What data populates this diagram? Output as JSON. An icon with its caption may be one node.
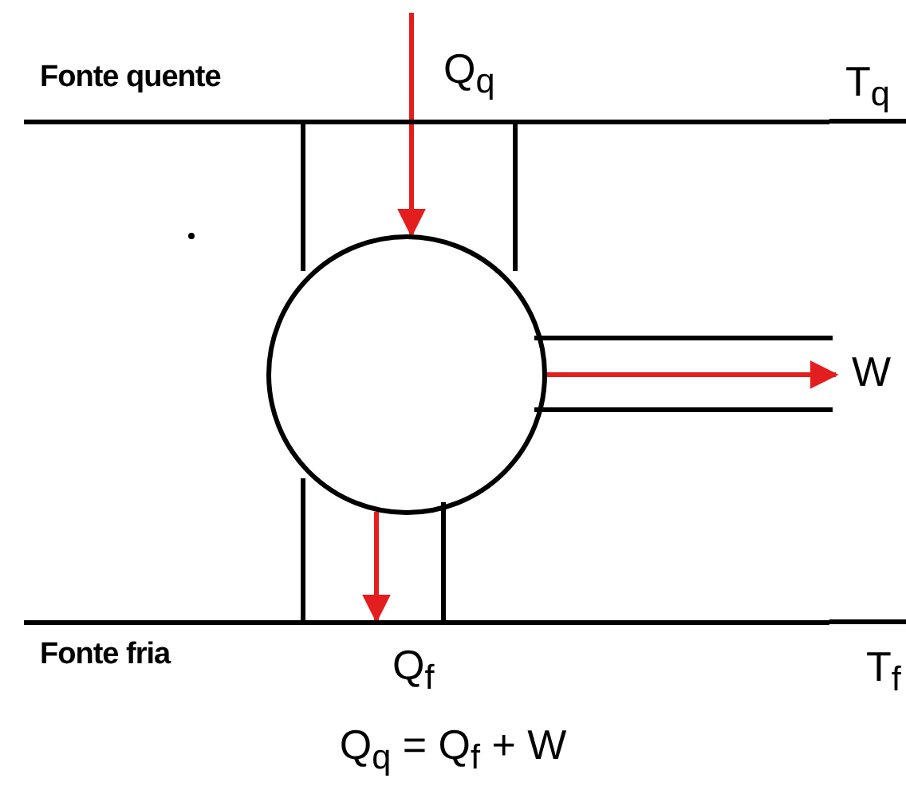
{
  "diagram": {
    "nodes": [
      {
        "text": [
          "Fonte quente"
        ],
        "beside": [
          "T$_{q}$"
        ]
      },
      {
        "text": [],
        "shape": "circle"
      },
      {
        "text": [
          "Fonte fria"
        ],
        "beside": [
          "T$_{f}$"
        ]
      }
    ],
    "edges": [
      {
        "from": 0,
        "to": 1,
        "arrow": "to",
        "label": "Q$_{q}$"
      },
      {
        "from": 1,
        "to": null,
        "arrow": "to",
        "label": "W"
      },
      {
        "from": 1,
        "to": 2,
        "arrow": "to",
        "label": "Q$_{f}$"
      }
    ],
    "labels": [
      "Q$_{q}$ = Q$_{f}$ + W"
    ]
  }
}
